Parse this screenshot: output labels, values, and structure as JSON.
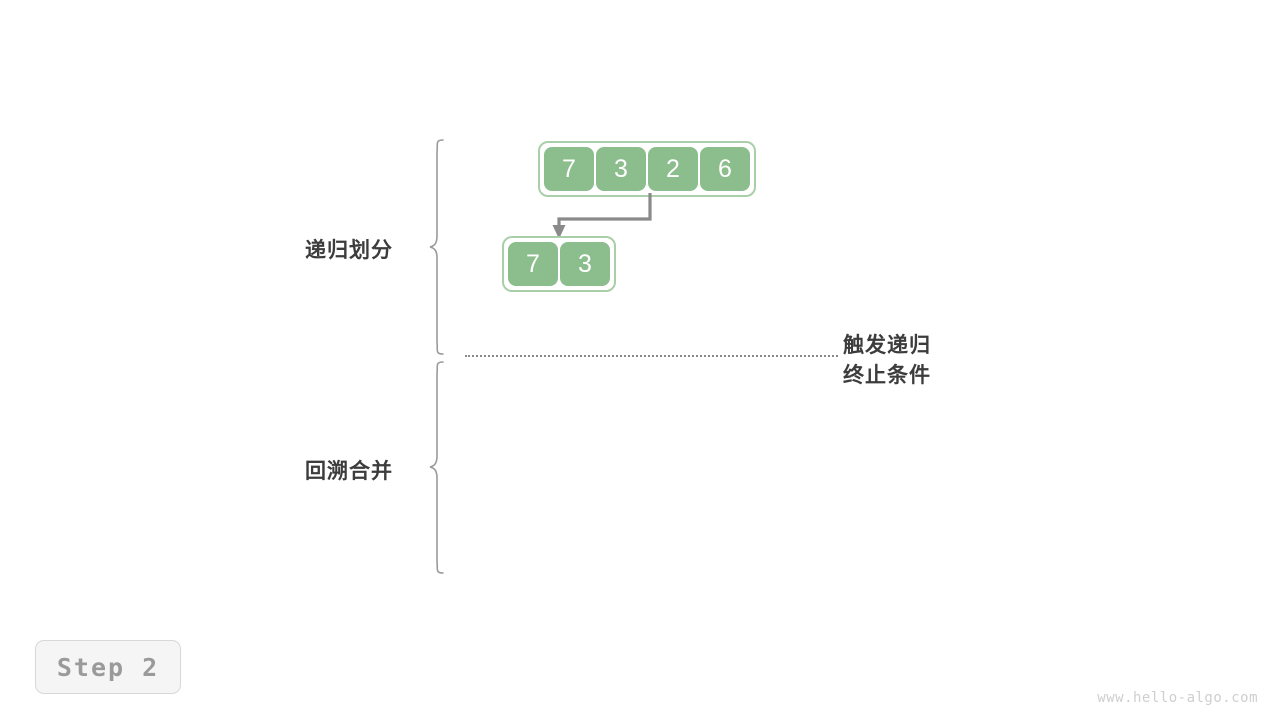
{
  "diagram": {
    "title_step": "Step 2",
    "watermark": "www.hello-algo.com",
    "sections": [
      {
        "id": "divide",
        "label": "递归划分"
      },
      {
        "id": "merge",
        "label": "回溯合并"
      }
    ],
    "annotation": {
      "line1": "触发递归",
      "line2": "终止条件"
    },
    "arrays": {
      "top": {
        "values": [
          "7",
          "3",
          "2",
          "6"
        ]
      },
      "left": {
        "values": [
          "7",
          "3"
        ]
      }
    },
    "colors": {
      "cell_fill": "#8cbd8c",
      "cell_text": "#ffffff",
      "array_border": "#a9cfa8",
      "arrow": "#8a8a8a",
      "brace": "#9a9a9a",
      "label_text": "#3c3c3c",
      "badge_text": "#9a9a9a",
      "watermark": "#cfcfcf",
      "background": "#ffffff"
    }
  }
}
